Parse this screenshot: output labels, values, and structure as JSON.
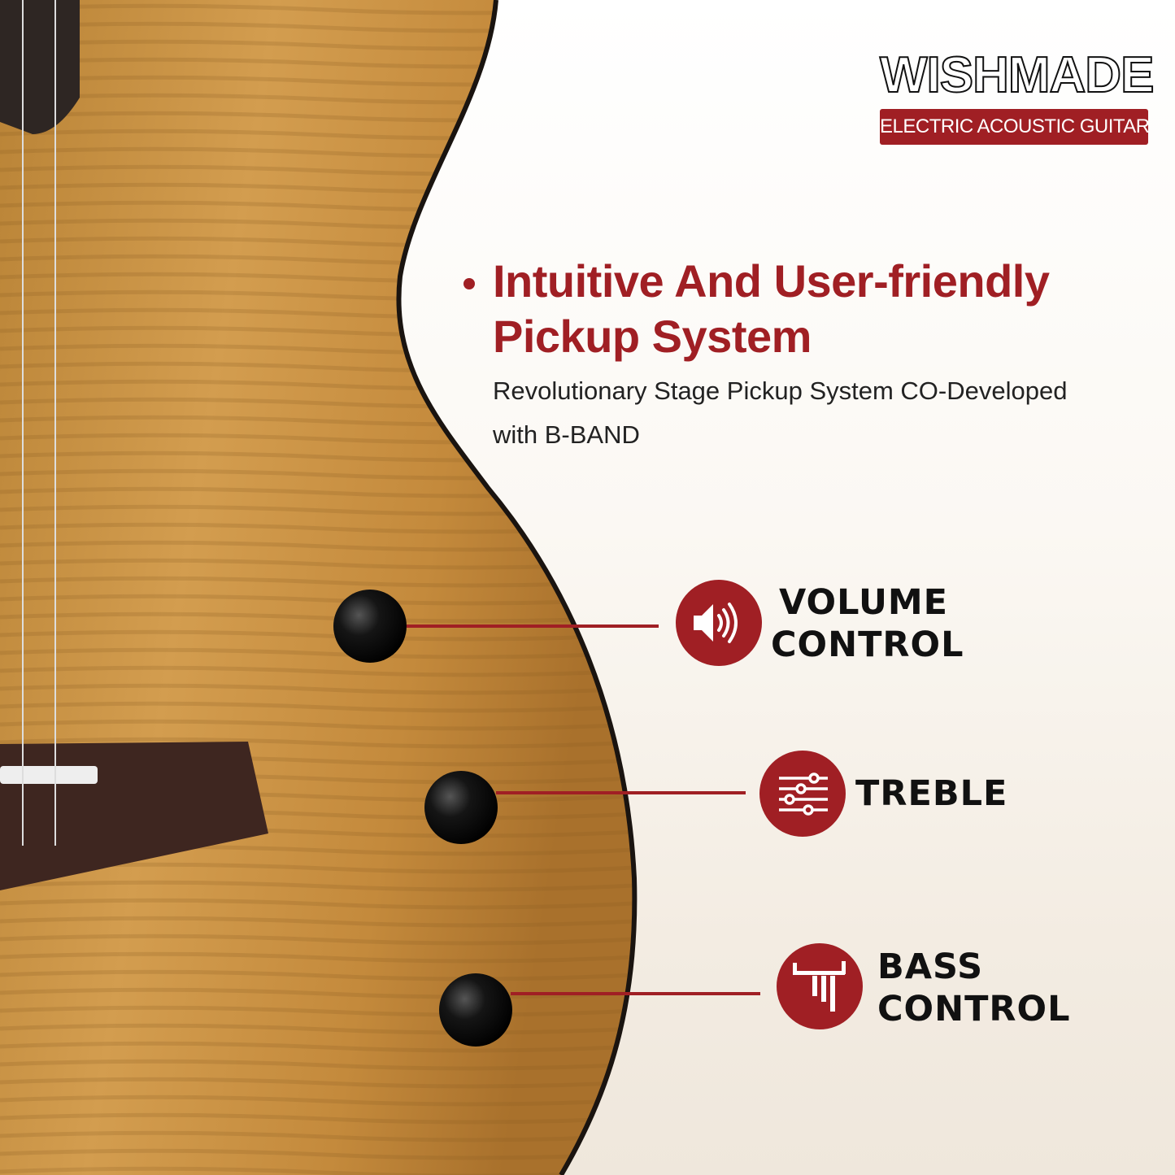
{
  "brand": {
    "logo_text": "WISHMADE",
    "tagline": "ELECTRIC ACOUSTIC GUITAR"
  },
  "headline": {
    "line1": "Intuitive And User-friendly",
    "line2": "Pickup System"
  },
  "subtitle": {
    "line1": "Revolutionary Stage Pickup System CO-Developed",
    "line2": "with B-BAND"
  },
  "controls": [
    {
      "icon": "speaker-volume-icon",
      "line1": "VOLUME",
      "line2": "CONTROL"
    },
    {
      "icon": "sliders-equalizer-icon",
      "line1": "TREBLE",
      "line2": ""
    },
    {
      "icon": "bass-bars-icon",
      "line1": "BASS",
      "line2": "CONTROL"
    }
  ],
  "colors": {
    "accent": "#a01f24",
    "text": "#111111",
    "wood": "#c8913f"
  }
}
